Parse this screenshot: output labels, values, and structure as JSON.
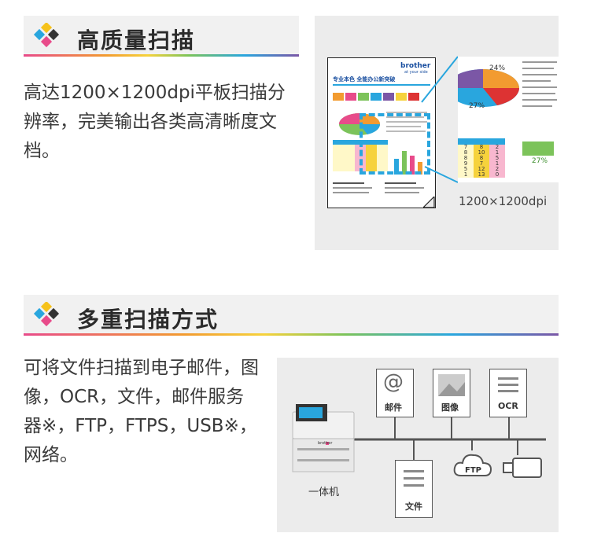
{
  "section1": {
    "title": "高质量扫描",
    "text": "高达1200×1200dpi平板扫描分辨率，完美输出各类高清晰度文档。",
    "image": {
      "doc_brand": "brother",
      "doc_tagline": "at your side",
      "doc_title": "专业本色  全能办公新突破",
      "pie_labels": [
        "24%",
        "27%"
      ],
      "table_values": [
        [
          "7",
          "8",
          "2"
        ],
        [
          "8",
          "10",
          "1"
        ],
        [
          "8",
          "8",
          "5"
        ],
        [
          "9",
          "7",
          "1"
        ],
        [
          "5",
          "12",
          "2"
        ],
        [
          "1",
          "13",
          "0"
        ]
      ],
      "badge_pct": "27%",
      "resolution_label": "1200×1200dpi"
    }
  },
  "section2": {
    "title": "多重扫描方式",
    "text": "可将文件扫描到电子邮件，图像，OCR，文件，邮件服务器※，FTP，FTPS，USB※，网络。",
    "diagram": {
      "device_label": "一体机",
      "device_brand": "brother",
      "email_symbol": "@",
      "email_label": "邮件",
      "image_label": "图像",
      "ocr_label": "OCR",
      "file_label": "文件",
      "ftp_label": "FTP"
    }
  },
  "colors": {
    "header_bg": "#f1f1f1",
    "panel_bg": "#ececec",
    "accent_blue": "#29a6de",
    "text": "#3a3a3a"
  }
}
